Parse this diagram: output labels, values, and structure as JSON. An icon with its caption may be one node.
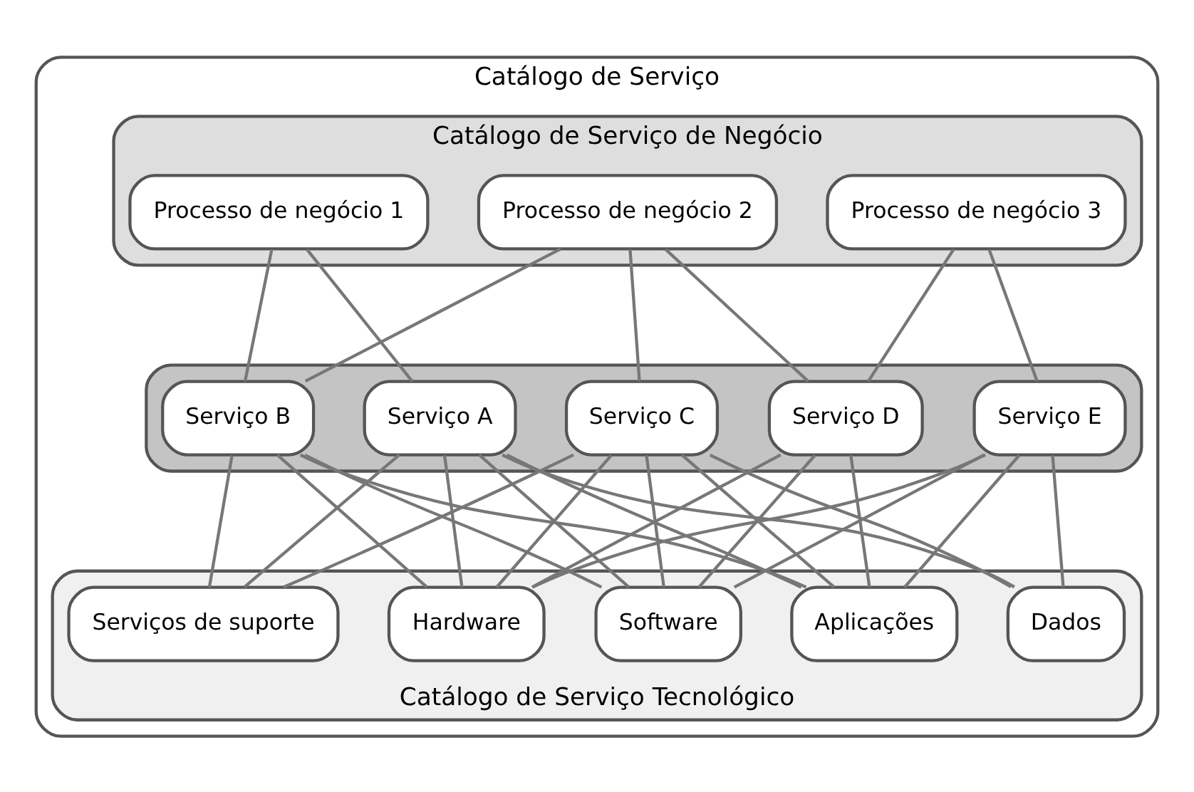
{
  "diagram": {
    "nodes": [
      {
        "text": [
          "Catálogo de Serviço"
        ]
      },
      {
        "text": [
          "Catálogo de Serviço de Negócio"
        ],
        "in": 0
      },
      {
        "text": [
          "Processo de negócio 1"
        ],
        "in": 1
      },
      {
        "text": [
          "Processo de negócio 2"
        ],
        "in": 1
      },
      {
        "text": [
          "Processo de negócio 3"
        ],
        "in": 1
      },
      {
        "text": [],
        "shape": "band",
        "in": 0
      },
      {
        "text": [
          "Serviço A"
        ],
        "in": 5
      },
      {
        "text": [
          "Serviço B"
        ],
        "in": 5
      },
      {
        "text": [
          "Serviço C"
        ],
        "in": 5
      },
      {
        "text": [
          "Serviço D"
        ],
        "in": 5
      },
      {
        "text": [
          "Serviço E"
        ],
        "in": 5
      },
      {
        "text": [
          "Catálogo de Serviço Tecnológico"
        ],
        "in": 0
      },
      {
        "text": [
          "Serviços de suporte"
        ],
        "in": 11
      },
      {
        "text": [
          "Hardware"
        ],
        "in": 11
      },
      {
        "text": [
          "Software"
        ],
        "in": 11
      },
      {
        "text": [
          "Aplicações"
        ],
        "in": 11
      },
      {
        "text": [
          "Dados"
        ],
        "in": 11
      }
    ],
    "edges": [
      {
        "from": 2,
        "to": 6,
        "arrow": "none"
      },
      {
        "from": 2,
        "to": 7,
        "arrow": "none"
      },
      {
        "from": 3,
        "to": 7,
        "arrow": "none"
      },
      {
        "from": 3,
        "to": 8,
        "arrow": "none"
      },
      {
        "from": 3,
        "to": 9,
        "arrow": "none"
      },
      {
        "from": 4,
        "to": 9,
        "arrow": "none"
      },
      {
        "from": 4,
        "to": 10,
        "arrow": "none"
      },
      {
        "from": 6,
        "to": 12,
        "arrow": "none"
      },
      {
        "from": 6,
        "to": 13,
        "arrow": "none"
      },
      {
        "from": 6,
        "to": 14,
        "arrow": "none"
      },
      {
        "from": 6,
        "to": 15,
        "arrow": "none"
      },
      {
        "from": 6,
        "to": 16,
        "arrow": "none"
      },
      {
        "from": 7,
        "to": 12,
        "arrow": "none"
      },
      {
        "from": 7,
        "to": 13,
        "arrow": "none"
      },
      {
        "from": 7,
        "to": 14,
        "arrow": "none"
      },
      {
        "from": 7,
        "to": 15,
        "arrow": "none"
      },
      {
        "from": 8,
        "to": 12,
        "arrow": "none"
      },
      {
        "from": 8,
        "to": 13,
        "arrow": "none"
      },
      {
        "from": 8,
        "to": 14,
        "arrow": "none"
      },
      {
        "from": 8,
        "to": 15,
        "arrow": "none"
      },
      {
        "from": 8,
        "to": 16,
        "arrow": "none"
      },
      {
        "from": 9,
        "to": 13,
        "arrow": "none"
      },
      {
        "from": 9,
        "to": 14,
        "arrow": "none"
      },
      {
        "from": 9,
        "to": 15,
        "arrow": "none"
      },
      {
        "from": 10,
        "to": 13,
        "arrow": "none"
      },
      {
        "from": 10,
        "to": 14,
        "arrow": "none"
      },
      {
        "from": 10,
        "to": 15,
        "arrow": "none"
      },
      {
        "from": 10,
        "to": 16,
        "arrow": "none"
      }
    ]
  }
}
